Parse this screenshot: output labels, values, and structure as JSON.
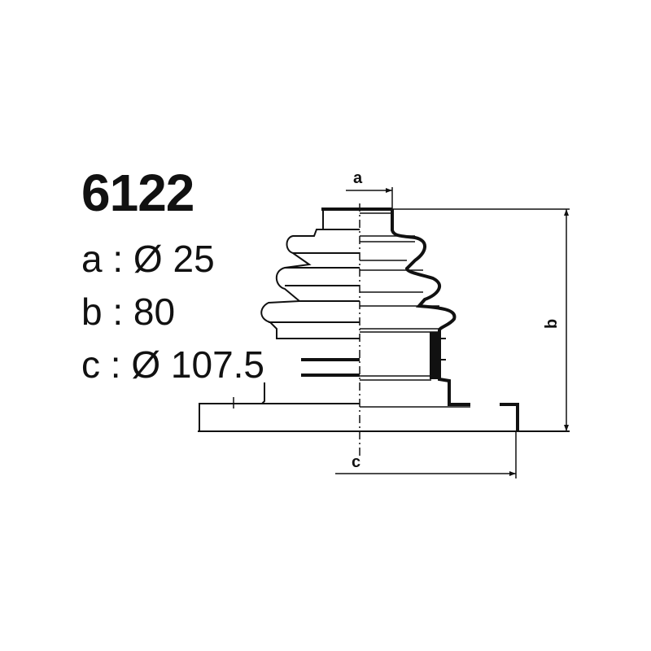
{
  "part": {
    "number": "6122"
  },
  "specs": [
    {
      "key": "a",
      "sep": ":",
      "symbol": "Ø",
      "value": "25",
      "text": "a : Ø 25"
    },
    {
      "key": "b",
      "sep": ":",
      "symbol": "",
      "value": "80",
      "text": "b : 80"
    },
    {
      "key": "c",
      "sep": ":",
      "symbol": "Ø",
      "value": "107.5",
      "text": "c : Ø 107.5"
    }
  ],
  "drawing": {
    "subject": "CV joint boot cross-section",
    "dimension_labels": {
      "a": "a",
      "b": "b",
      "c": "c"
    },
    "line_color": "#111111",
    "background": "#ffffff"
  }
}
